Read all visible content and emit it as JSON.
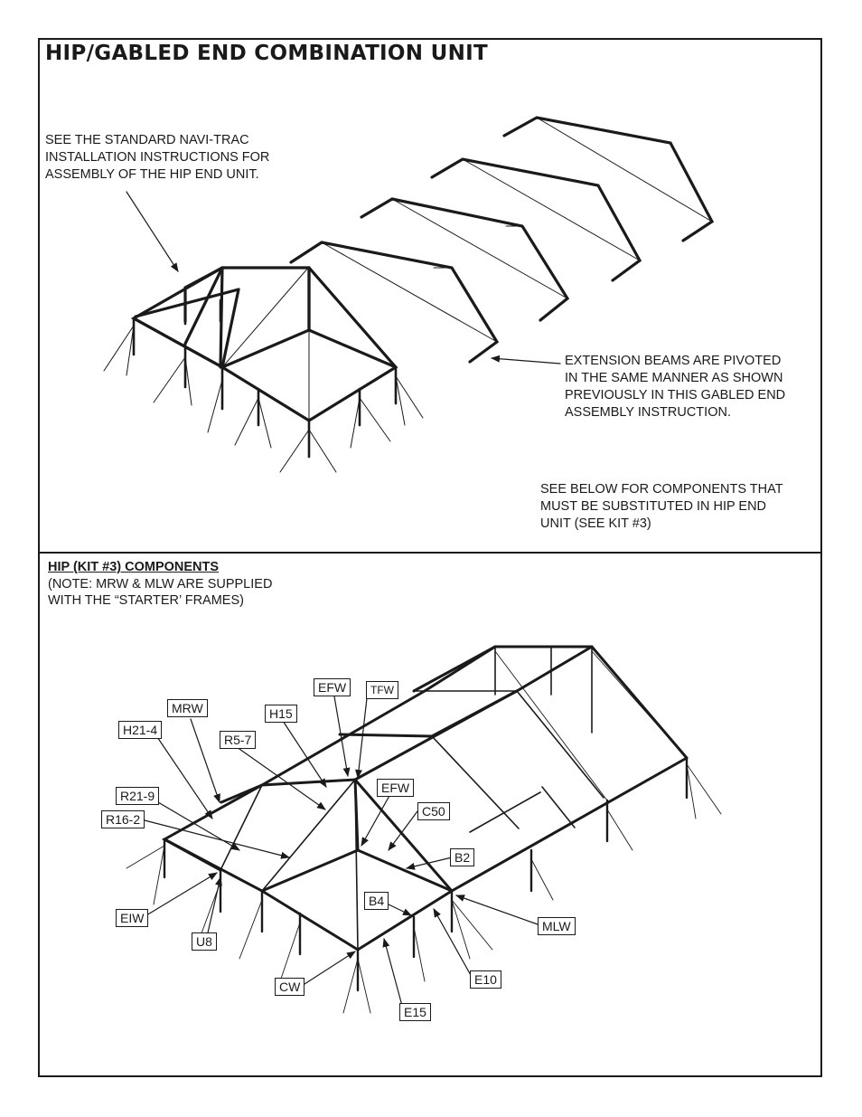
{
  "title": "HIP/GABLED END COMBINATION UNIT",
  "top_section": {
    "note_hip_end": "SEE THE STANDARD NAVI-TRAC\nINSTALLATION INSTRUCTIONS FOR\nASSEMBLY OF THE HIP END UNIT.",
    "note_extension": "EXTENSION BEAMS ARE PIVOTED\nIN THE SAME MANNER AS SHOWN\nPREVIOUSLY IN THIS GABLED END\nASSEMBLY INSTRUCTION.",
    "note_substitute": "SEE BELOW FOR COMPONENTS THAT\nMUST BE SUBSTITUTED IN HIP END\nUNIT (SEE KIT #3)"
  },
  "kit": {
    "title": "HIP (KIT #3) COMPONENTS",
    "note": "(NOTE:  MRW & MLW ARE SUPPLIED\nWITH THE “STARTER’ FRAMES)"
  },
  "labels": {
    "efw_top": "EFW",
    "tfw": "TFW",
    "mrw": "MRW",
    "h15": "H15",
    "h21_4": "H21-4",
    "r5_7": "R5-7",
    "efw": "EFW",
    "r21_9": "R21-9",
    "c50": "C50",
    "r16_2": "R16-2",
    "b2": "B2",
    "b4": "B4",
    "eiw": "EIW",
    "mlw": "MLW",
    "u8": "U8",
    "e10": "E10",
    "cw": "CW",
    "e15": "E15"
  }
}
